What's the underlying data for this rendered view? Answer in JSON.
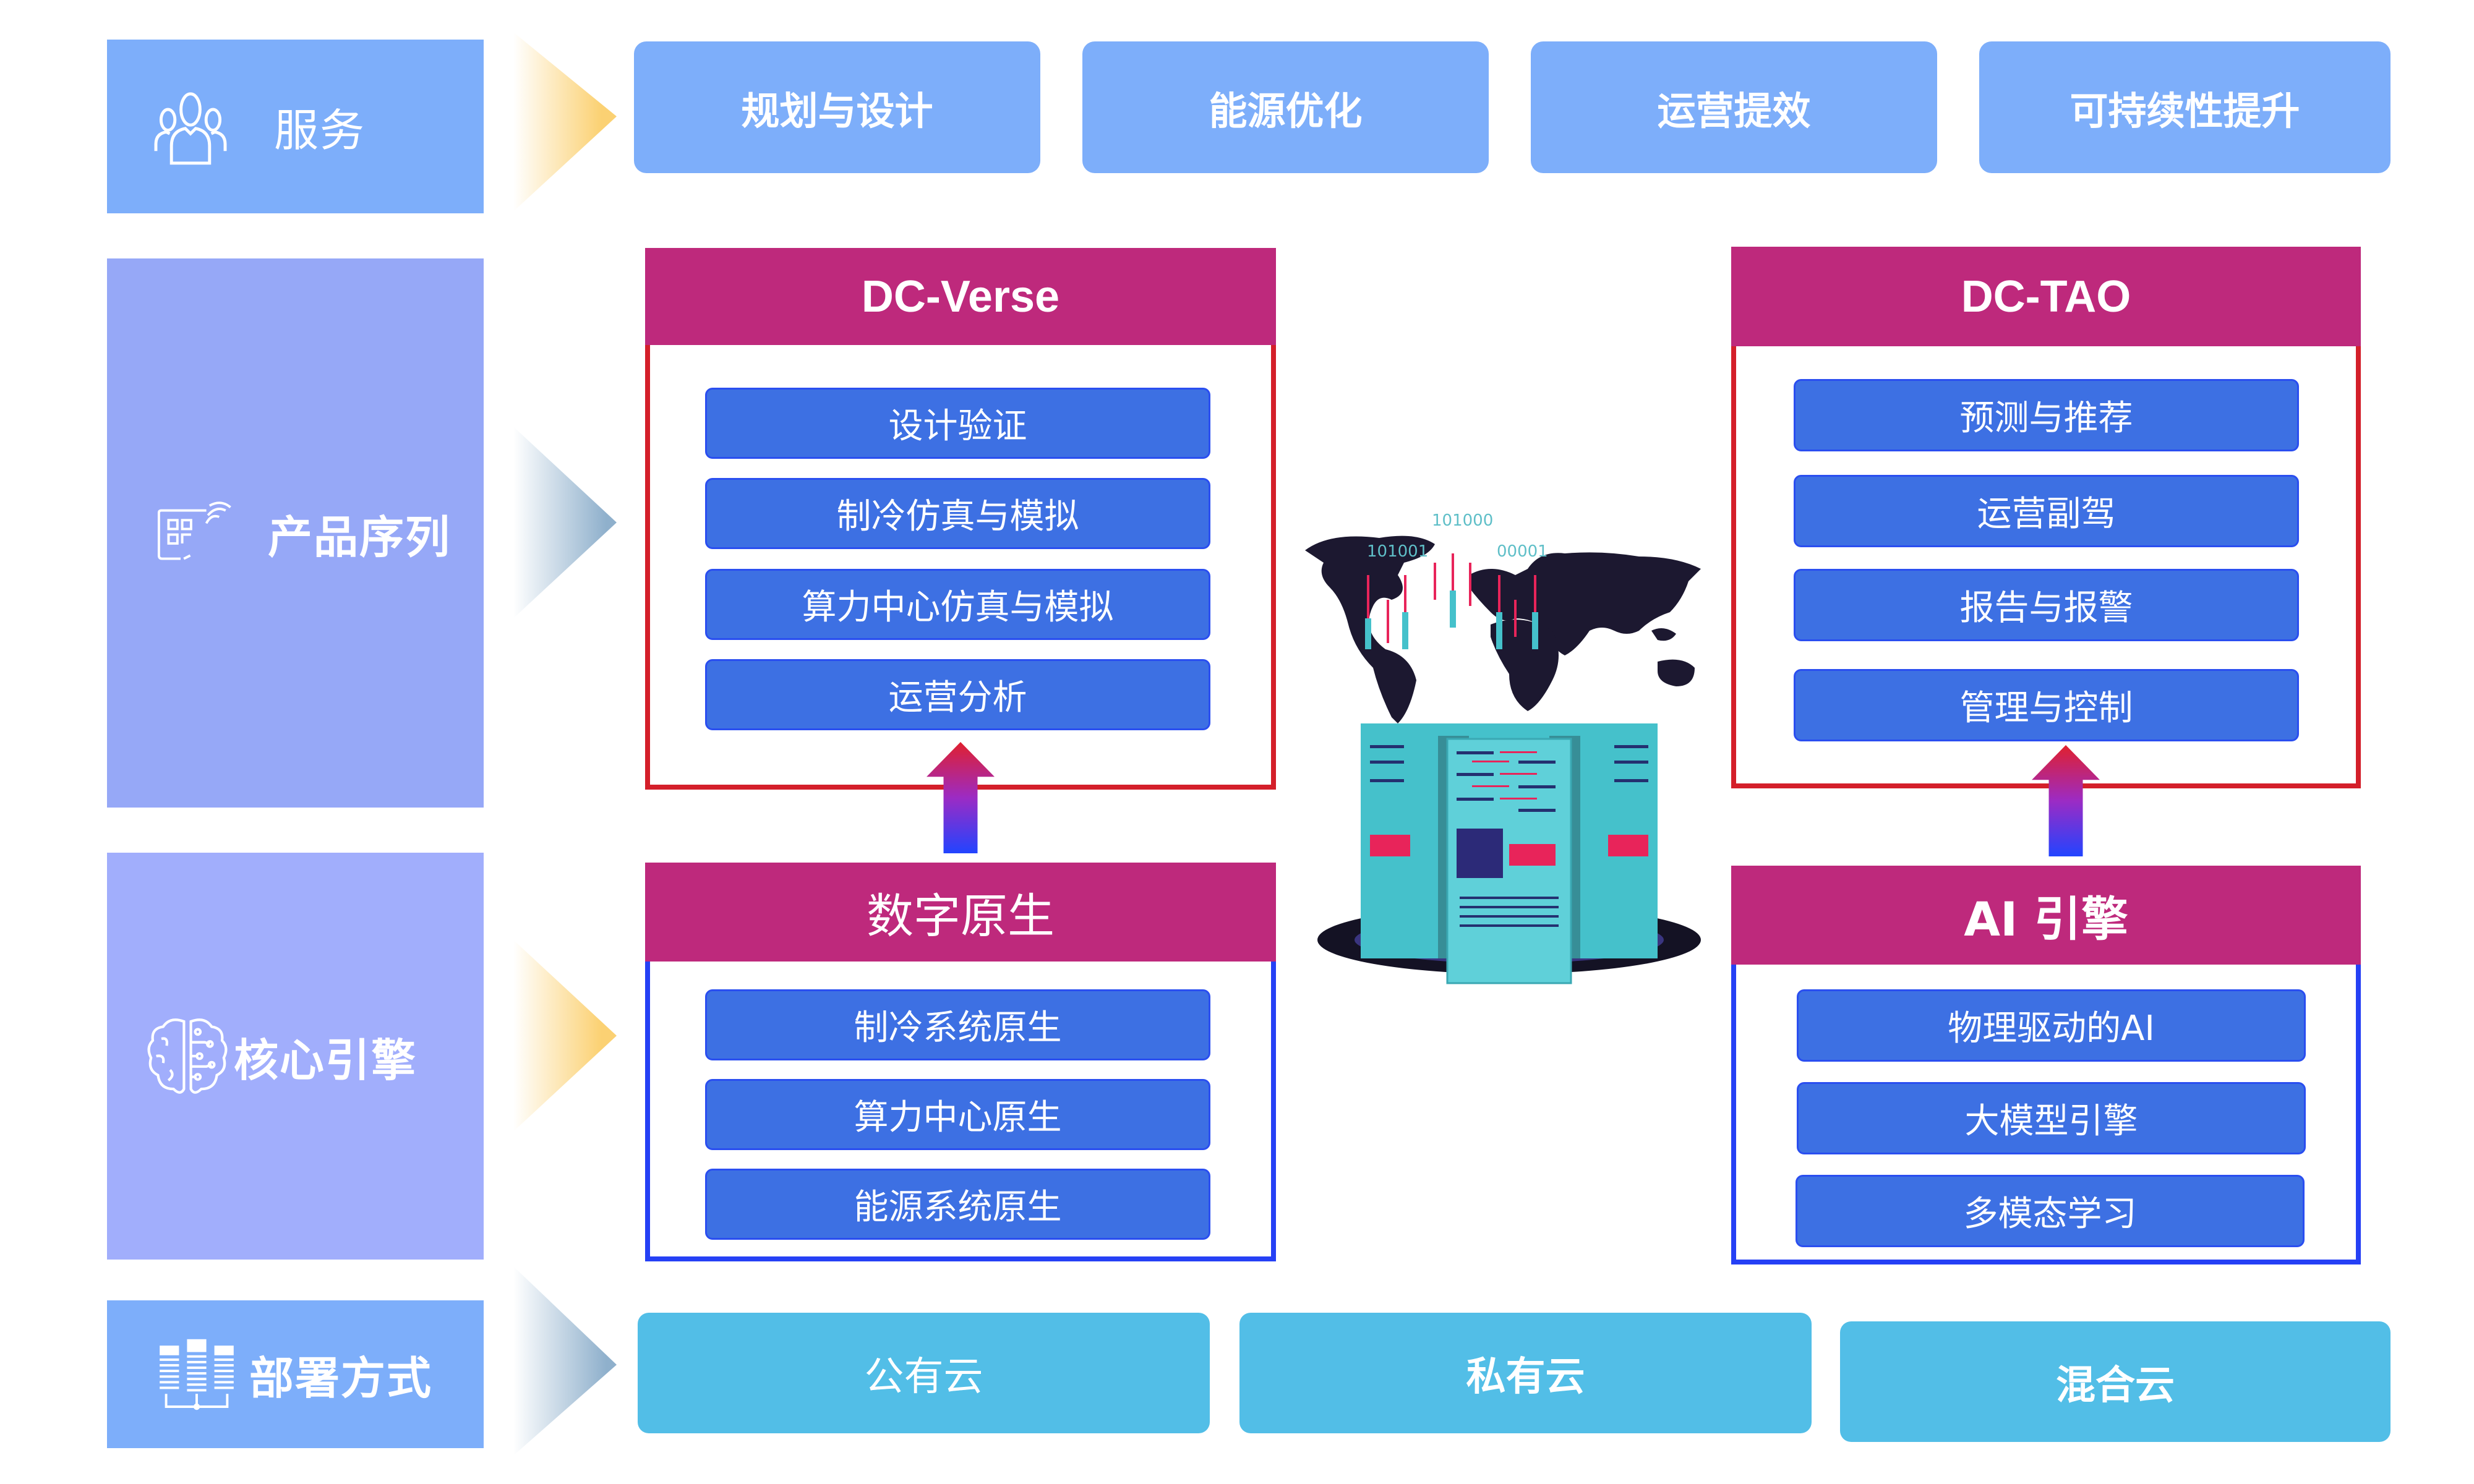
{
  "categories": {
    "service": {
      "label": "服务",
      "icon": "users-icon"
    },
    "product": {
      "label": "产品序列",
      "icon": "product-grid-icon"
    },
    "core": {
      "label": "核心引擎",
      "icon": "brain-circuit-icon"
    },
    "deploy": {
      "label": "部署方式",
      "icon": "server-network-icon"
    }
  },
  "services": [
    {
      "label": "规划与设计"
    },
    {
      "label": "能源优化"
    },
    {
      "label": "运营提效"
    },
    {
      "label": "可持续性提升"
    }
  ],
  "products": {
    "dc_verse": {
      "title": "DC-Verse",
      "items": [
        "设计验证",
        "制冷仿真与模拟",
        "算力中心仿真与模拟",
        "运营分析"
      ]
    },
    "dc_tao": {
      "title": "DC-TAO",
      "items": [
        "预测与推荐",
        "运营副驾",
        "报告与报警",
        "管理与控制"
      ]
    }
  },
  "engines": {
    "digital_native": {
      "title": "数字原生",
      "items": [
        "制冷系统原生",
        "算力中心原生",
        "能源系统原生"
      ]
    },
    "ai_engine": {
      "title": "AI 引擎",
      "items": [
        "物理驱动的AI",
        "大模型引擎",
        "多模态学习"
      ]
    }
  },
  "deployments": [
    {
      "label": "公有云"
    },
    {
      "label": "私有云"
    },
    {
      "label": "混合云"
    }
  ],
  "illustration": {
    "binary_labels": [
      "101000",
      "101001",
      "00001"
    ]
  },
  "colors": {
    "service_blue": "#7daefa",
    "product_lavender": "#96a8f7",
    "core_lavender": "#a1aefc",
    "header_magenta": "#be297c",
    "item_blue": "#3d70e3",
    "deploy_cyan": "#52bee7",
    "border_red": "#d41f2a",
    "border_blue": "#2540f5",
    "chevron_gold": "#fbd173",
    "chevron_steel": "#8fb0cc"
  }
}
